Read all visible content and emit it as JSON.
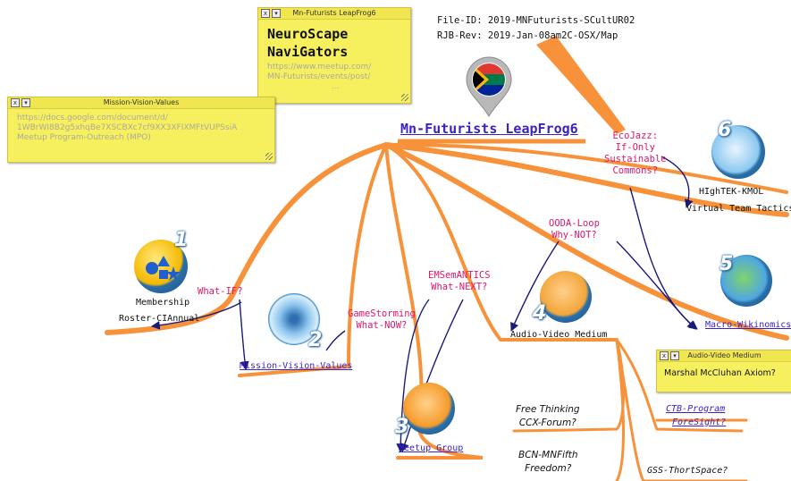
{
  "header": {
    "file_id_label": "File-ID:",
    "file_id_value": "2019-MNFuturists-SCultUR02",
    "rev_label": "RJB-Rev:",
    "rev_value": "2019-Jan-08am2C-OSX/Map"
  },
  "note_neuroscape": {
    "title": "Mn-Futurists LeapFrog6",
    "heading_line1": "NeuroScape",
    "heading_line2": "NaviGators",
    "url_line1": "https://www.meetup.com/",
    "url_line2": "MN-Futurists/events/post/",
    "more": "..."
  },
  "note_mission": {
    "title": "Mission-Vision-Values",
    "line1": "https://docs.google.com/document/d/",
    "line2": "1WBrWI8B2g5xhqBe7XSCBXc7cf9XX3XFIXMFtVUPSsiA",
    "line3": "Meetup Program-Outreach (MPO)"
  },
  "note_audio": {
    "title": "Audio-Video Medium",
    "text": "Marshal McCluhan Axiom?"
  },
  "central": {
    "title": "Mn-Futurists LeapFrog6",
    "flag_icon": "south-africa-flag-pin-icon"
  },
  "topics": {
    "membership_line1": "Membership",
    "membership_line2": "Roster-CIAnnual",
    "mission": "Mission-Vision-Values",
    "meetup": "Meetup Group",
    "audio": "Audio-Video Medium",
    "macro": "Macro-Wikinomics",
    "hightek_line1": "HIghTEK-KMOL",
    "hightek_line2": "Virtual Team Tactics",
    "ctb_line1": "CTB-Program",
    "ctb_line2": "ForeSight?",
    "gss": "GSS-ThortSpace?"
  },
  "callouts": {
    "whatif": "What-IF?",
    "gamestorming_line1": "GameStorming",
    "gamestorming_line2": "What-NOW?",
    "emsem_line1": "EMSemANTICS",
    "emsem_line2": "What-NEXT?",
    "ooda_line1": "OODA-Loop",
    "ooda_line2": "Why-NOT?",
    "eco_line1": "EcoJazz:",
    "eco_line2": "If-Only",
    "eco_line3": "Sustainable",
    "eco_line4": "Commons?"
  },
  "subtopics": {
    "free_line1": "Free Thinking",
    "free_line2": "CCX-Forum?",
    "bcn_line1": "BCN-MNFifth",
    "bcn_line2": "Freedom?"
  },
  "badges": {
    "n1": "1",
    "n2": "2",
    "n3": "3",
    "n4": "4",
    "n5": "5",
    "n6": "6"
  },
  "colors": {
    "branch": "#f7923a",
    "link": "#3a22c4",
    "callout": "#e0166b",
    "note": "#f7f05e"
  }
}
